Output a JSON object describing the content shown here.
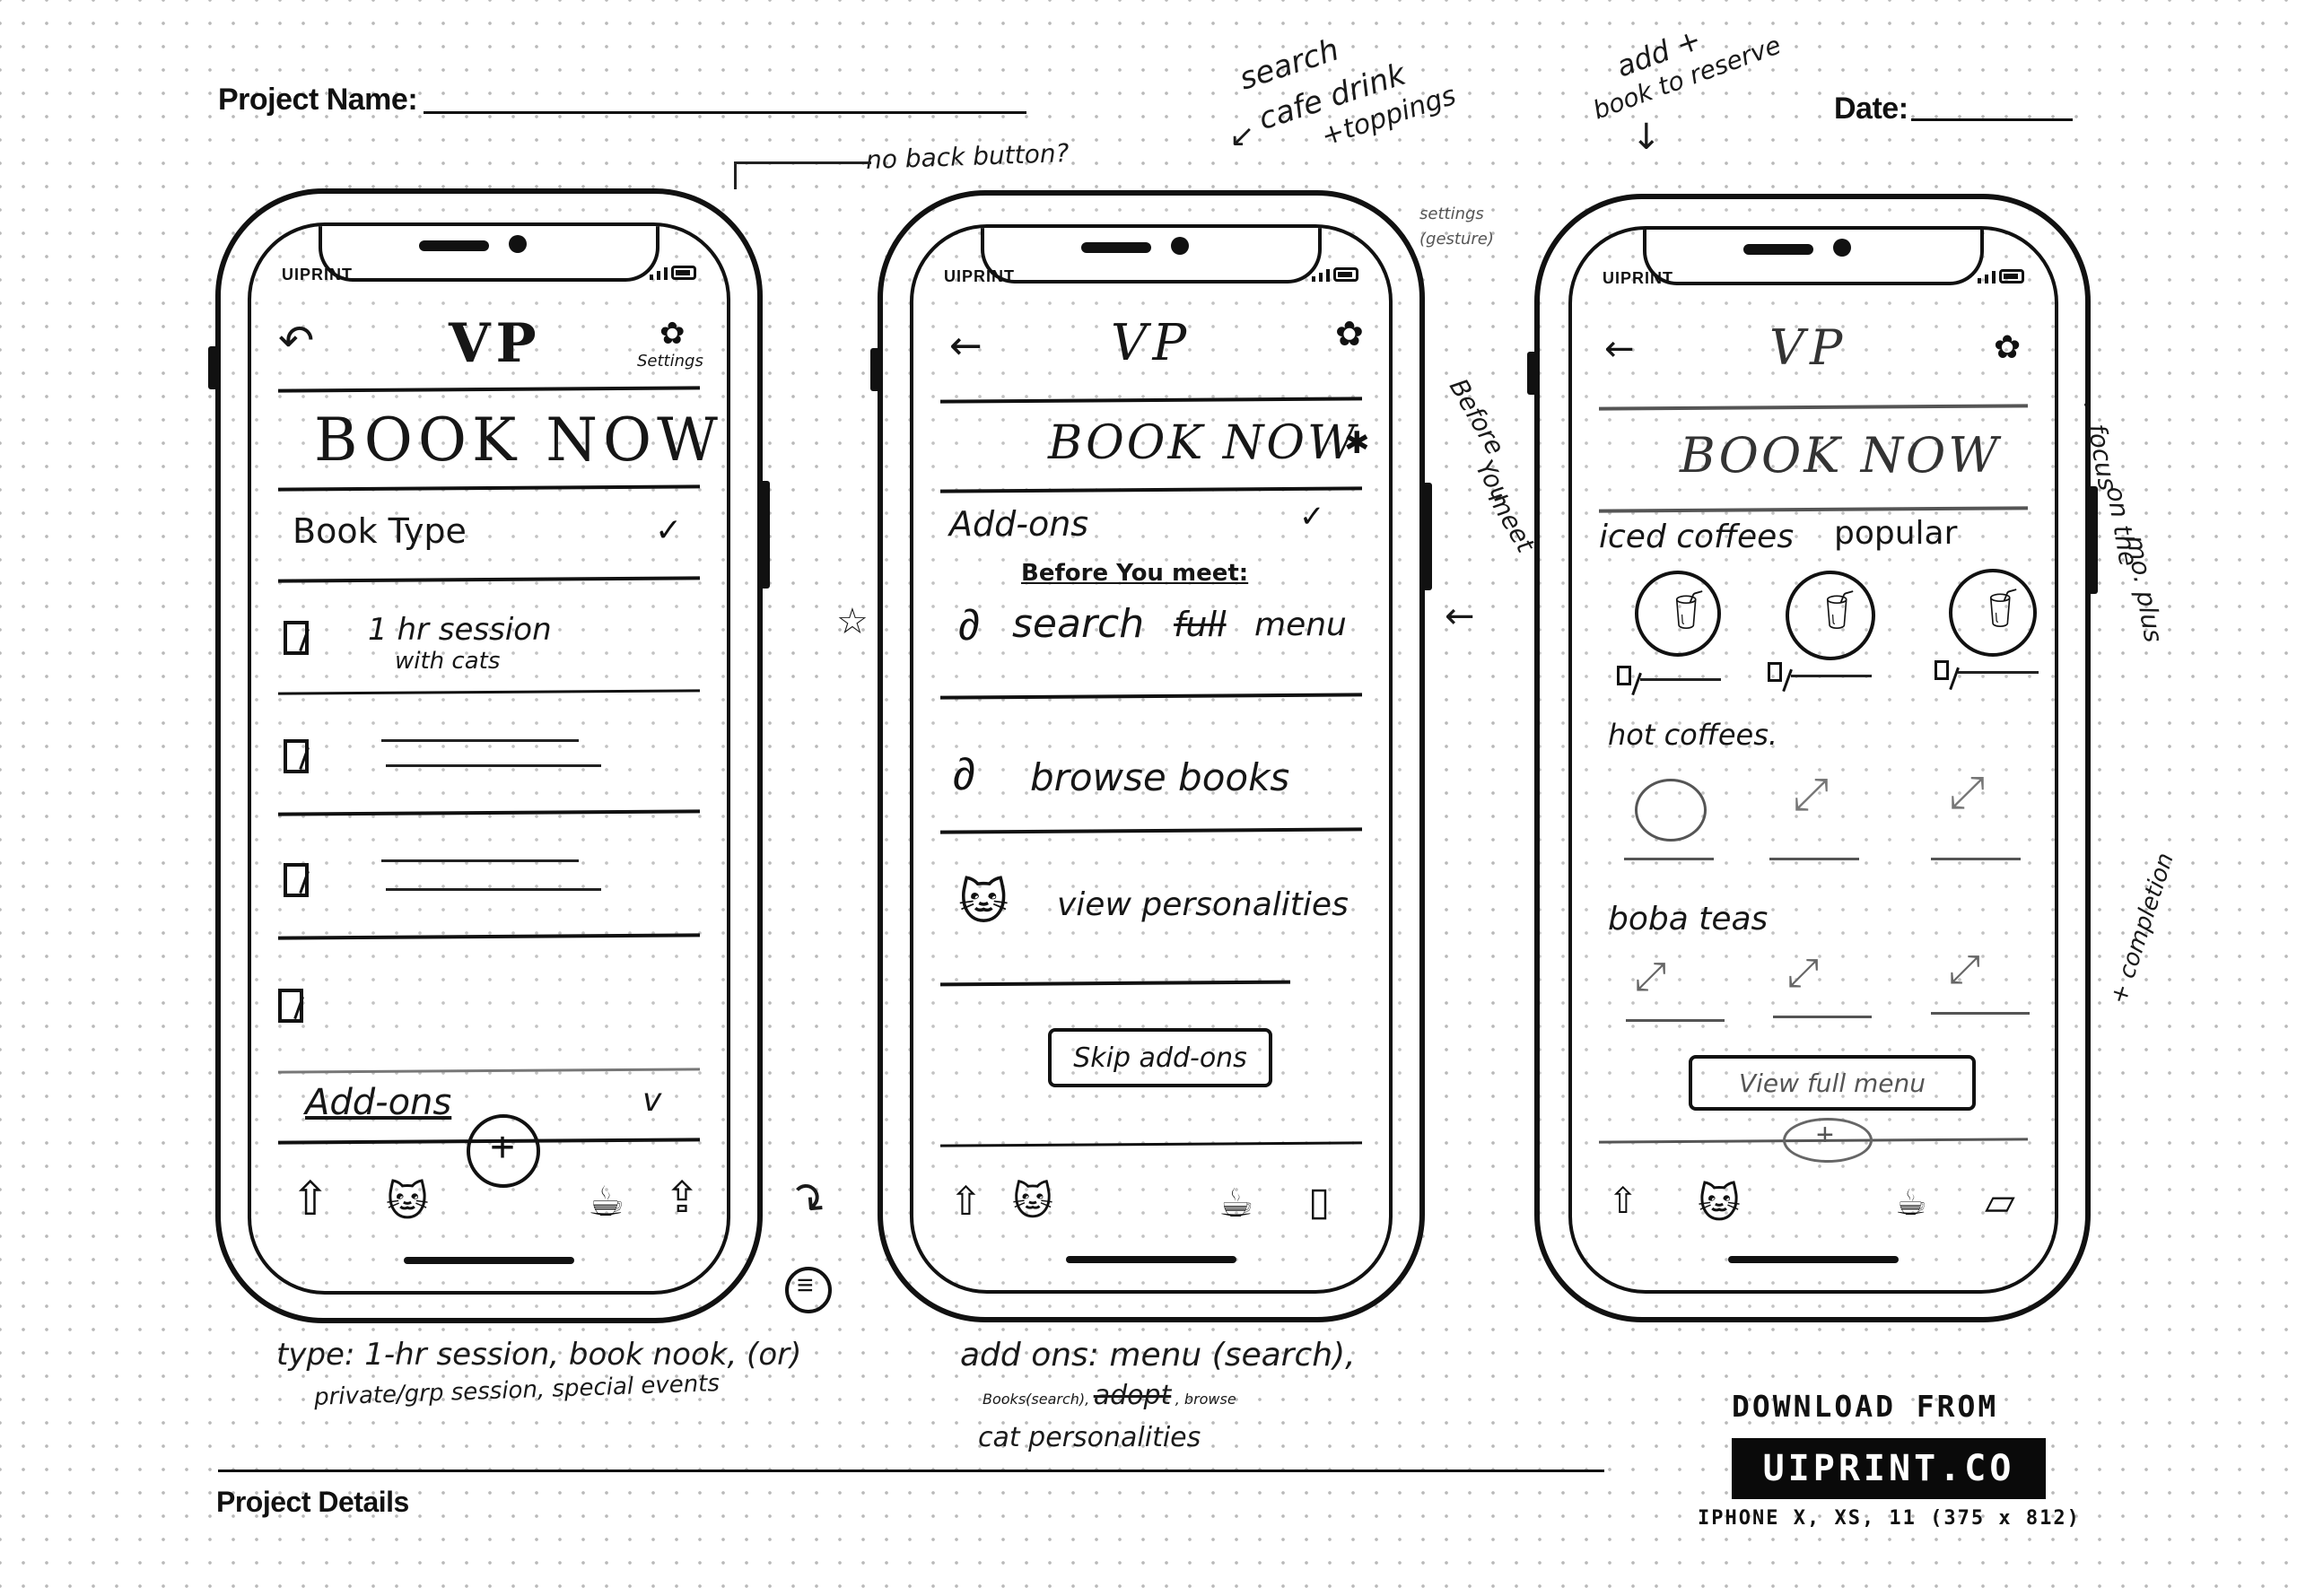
{
  "sheet": {
    "project_name_label": "Project Name:",
    "date_label": "Date:",
    "project_details_label": "Project Details",
    "download_label": "DOWNLOAD FROM",
    "download_brand": "UIPRINT.CO",
    "device_spec": "IPHONE X, XS, 11 (375 x 812)"
  },
  "annotations": {
    "no_back": "no back button?",
    "search_cafe": [
      "search",
      "cafe drink",
      "+toppings"
    ],
    "add_reserve": [
      "add +",
      "book to reserve"
    ],
    "before_you_meet": [
      "Before",
      "You",
      "meet"
    ],
    "settings_note": [
      "settings",
      "(gesture)"
    ],
    "right_side": [
      "...focus",
      "on the",
      "mo. plus"
    ],
    "completion": "+ completion"
  },
  "phone1": {
    "brand": "UIPRINT",
    "logo": "VP",
    "settings_label": "Settings",
    "title": "BOOK NOW",
    "section_book_type": "Book Type",
    "option1": [
      "1 hr session",
      "with cats"
    ],
    "section_addons": "Add-ons",
    "chevron": "v",
    "fab_plus": "+"
  },
  "phone2": {
    "brand": "UIPRINT",
    "logo": "VP",
    "title": "BOOK NOW",
    "section_addons": "Add-ons",
    "subtitle": "Before You meet:",
    "item_search_prefix": "search",
    "item_search_struck": "full",
    "item_search_suffix": "menu",
    "item_books": "browse books",
    "item_personalities": "view personalities",
    "skip_button": "Skip add-ons"
  },
  "phone3": {
    "brand": "UIPRINT",
    "logo": "VP",
    "title": "BOOK NOW",
    "section_iced": "iced coffees",
    "popular_tag": "popular",
    "section_hot": "hot coffees.",
    "section_boba": "boba teas",
    "view_menu_button": "View full menu",
    "fab_plus": "+"
  },
  "bottom_notes": {
    "note1_line1": "type: 1-hr session, book nook, (or)",
    "note1_line2": "private/grp session, special events",
    "note2_line1": "add ons: menu (search),",
    "note2_line2_prefix": "Books(search),",
    "note2_line2_struck": "adopt",
    "note2_line2_suffix": ", browse",
    "note2_line3": "cat  personalities"
  }
}
